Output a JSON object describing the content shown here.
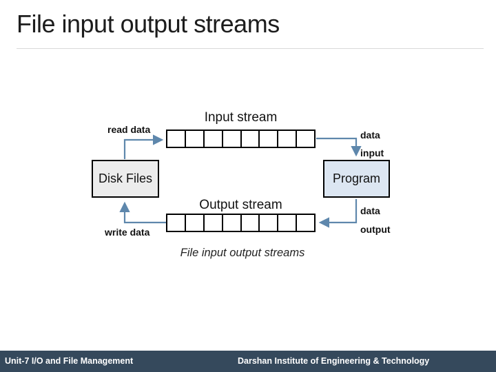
{
  "slide": {
    "title": "File input output streams",
    "diagram": {
      "labels": {
        "read_data": "read data",
        "write_data": "write data",
        "input_stream": "Input stream",
        "output_stream": "Output stream",
        "data_input_line1": "data",
        "data_input_line2": "input",
        "data_output_line1": "data",
        "data_output_line2": "output"
      },
      "nodes": {
        "disk_files": "Disk Files",
        "program": "Program"
      },
      "caption": "File input output streams",
      "stream_cells": 8,
      "colors": {
        "arrow": "#5e87ac",
        "disk_files_fill": "#ececec",
        "program_fill": "#dce6f2",
        "box_border": "#000000",
        "footer_bg": "#35495c",
        "footer_text": "#ffffff"
      }
    },
    "footer": {
      "left": "Unit-7 I/O and File Management",
      "right": "Darshan Institute of Engineering & Technology"
    }
  }
}
